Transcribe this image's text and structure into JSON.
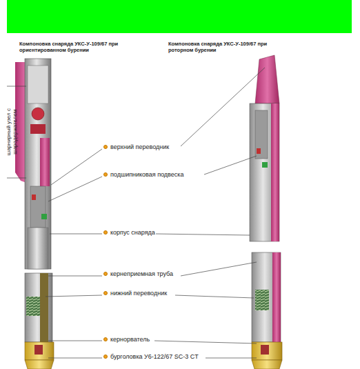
{
  "diagram": {
    "labels": [
      "Компоновка снаряда УКС-У-109/67 при ориентированном бурении",
      "Компоновка снаряда УКС-У-109/67 при роторном бурении",
      "шарнирный узел с шародержателем",
      "верхний переводник",
      "подшипниковая подвеска",
      "корпус снаряда",
      "кернеприемная труба",
      "нижний переводник",
      "кернорватель",
      "бурголовка У6-122/67 SC-3 CT"
    ]
  }
}
